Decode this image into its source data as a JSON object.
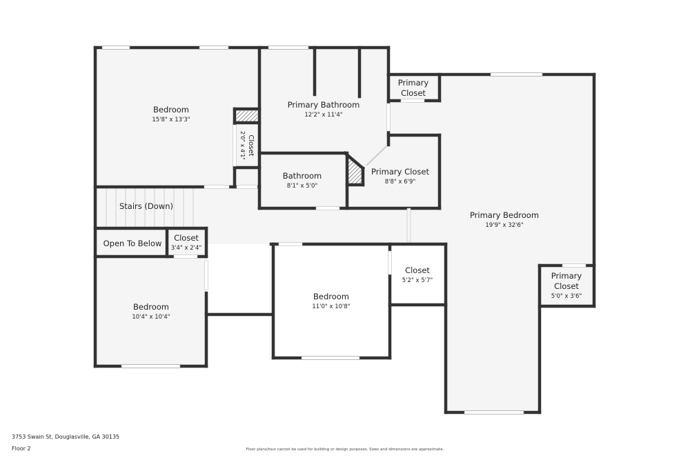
{
  "rooms": {
    "bedroom_nw": {
      "name": "Bedroom",
      "dims": "15'8\" x 13'3\""
    },
    "closet_small_v": {
      "name": "Closet",
      "dims": "2'0\" x 4'1\""
    },
    "primary_bath": {
      "name": "Primary Bathroom",
      "dims": "12'2\" x 11'4\""
    },
    "primary_closet_top": {
      "name_line1": "Primary",
      "name_line2": "Closet"
    },
    "primary_closet_mid": {
      "name": "Primary Closet",
      "dims": "8'8\" x 6'9\""
    },
    "bathroom": {
      "name": "Bathroom",
      "dims": "8'1\" x 5'0\""
    },
    "stairs": {
      "name": "Stairs (Down)"
    },
    "open_below": {
      "name": "Open To Below"
    },
    "closet_sw": {
      "name": "Closet",
      "dims": "3'4\" x 2'4\""
    },
    "bedroom_sw": {
      "name": "Bedroom",
      "dims": "10'4\" x 10'4\""
    },
    "bedroom_center": {
      "name": "Bedroom",
      "dims": "11'0\" x 10'8\""
    },
    "closet_center": {
      "name": "Closet",
      "dims": "5'2\" x 5'7\""
    },
    "primary_bedroom": {
      "name": "Primary Bedroom",
      "dims": "19'9\" x 32'6\""
    },
    "primary_closet_se": {
      "name_line1": "Primary",
      "name_line2": "Closet",
      "dims": "5'0\" x 3'6\""
    }
  },
  "footer": {
    "address": "3753 Swain St, Douglasville, GA 30135",
    "floor": "Floor 2",
    "disclaimer": "Floor plans/tour cannot be used for building or design purposes. Sizes and dimensions are approximate."
  },
  "colors": {
    "wall": "#333333",
    "floor": "#f5f5f5",
    "window": "#ffffff",
    "door_opening": "#ffffff",
    "background": "#ffffff"
  }
}
